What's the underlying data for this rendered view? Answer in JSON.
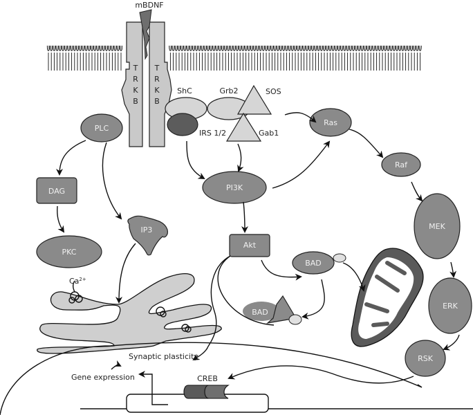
{
  "title": "BDNF–TrkB signaling pathways",
  "colors": {
    "node_dark": "#8a8a8a",
    "node_light": "#d6d6d6",
    "irs": "#5c5c5c",
    "ligand": "#6e6e6e",
    "er": "#cfcfcf",
    "mito": "#5a5a5a"
  },
  "labels": {
    "ligand": "mBDNF",
    "receptor_letters": [
      "T",
      "R",
      "K",
      "B"
    ],
    "shc": "ShC",
    "grb2": "Grb2",
    "sos": "SOS",
    "irs": "IRS 1/2",
    "gab1": "Gab1",
    "plc": "PLC",
    "dag": "DAG",
    "pkc": "PKC",
    "ip3": "IP3",
    "ca": "Ca",
    "ca_sup": "2+",
    "pi3k": "PI3K",
    "akt": "Akt",
    "bad1": "BAD",
    "bad2": "BAD",
    "ras": "Ras",
    "raf": "Raf",
    "mek": "MEK",
    "erk": "ERK",
    "rsk": "RSK",
    "creb": "CREB",
    "synaptic": "Synaptic plasticity",
    "gene": "Gene expression"
  }
}
